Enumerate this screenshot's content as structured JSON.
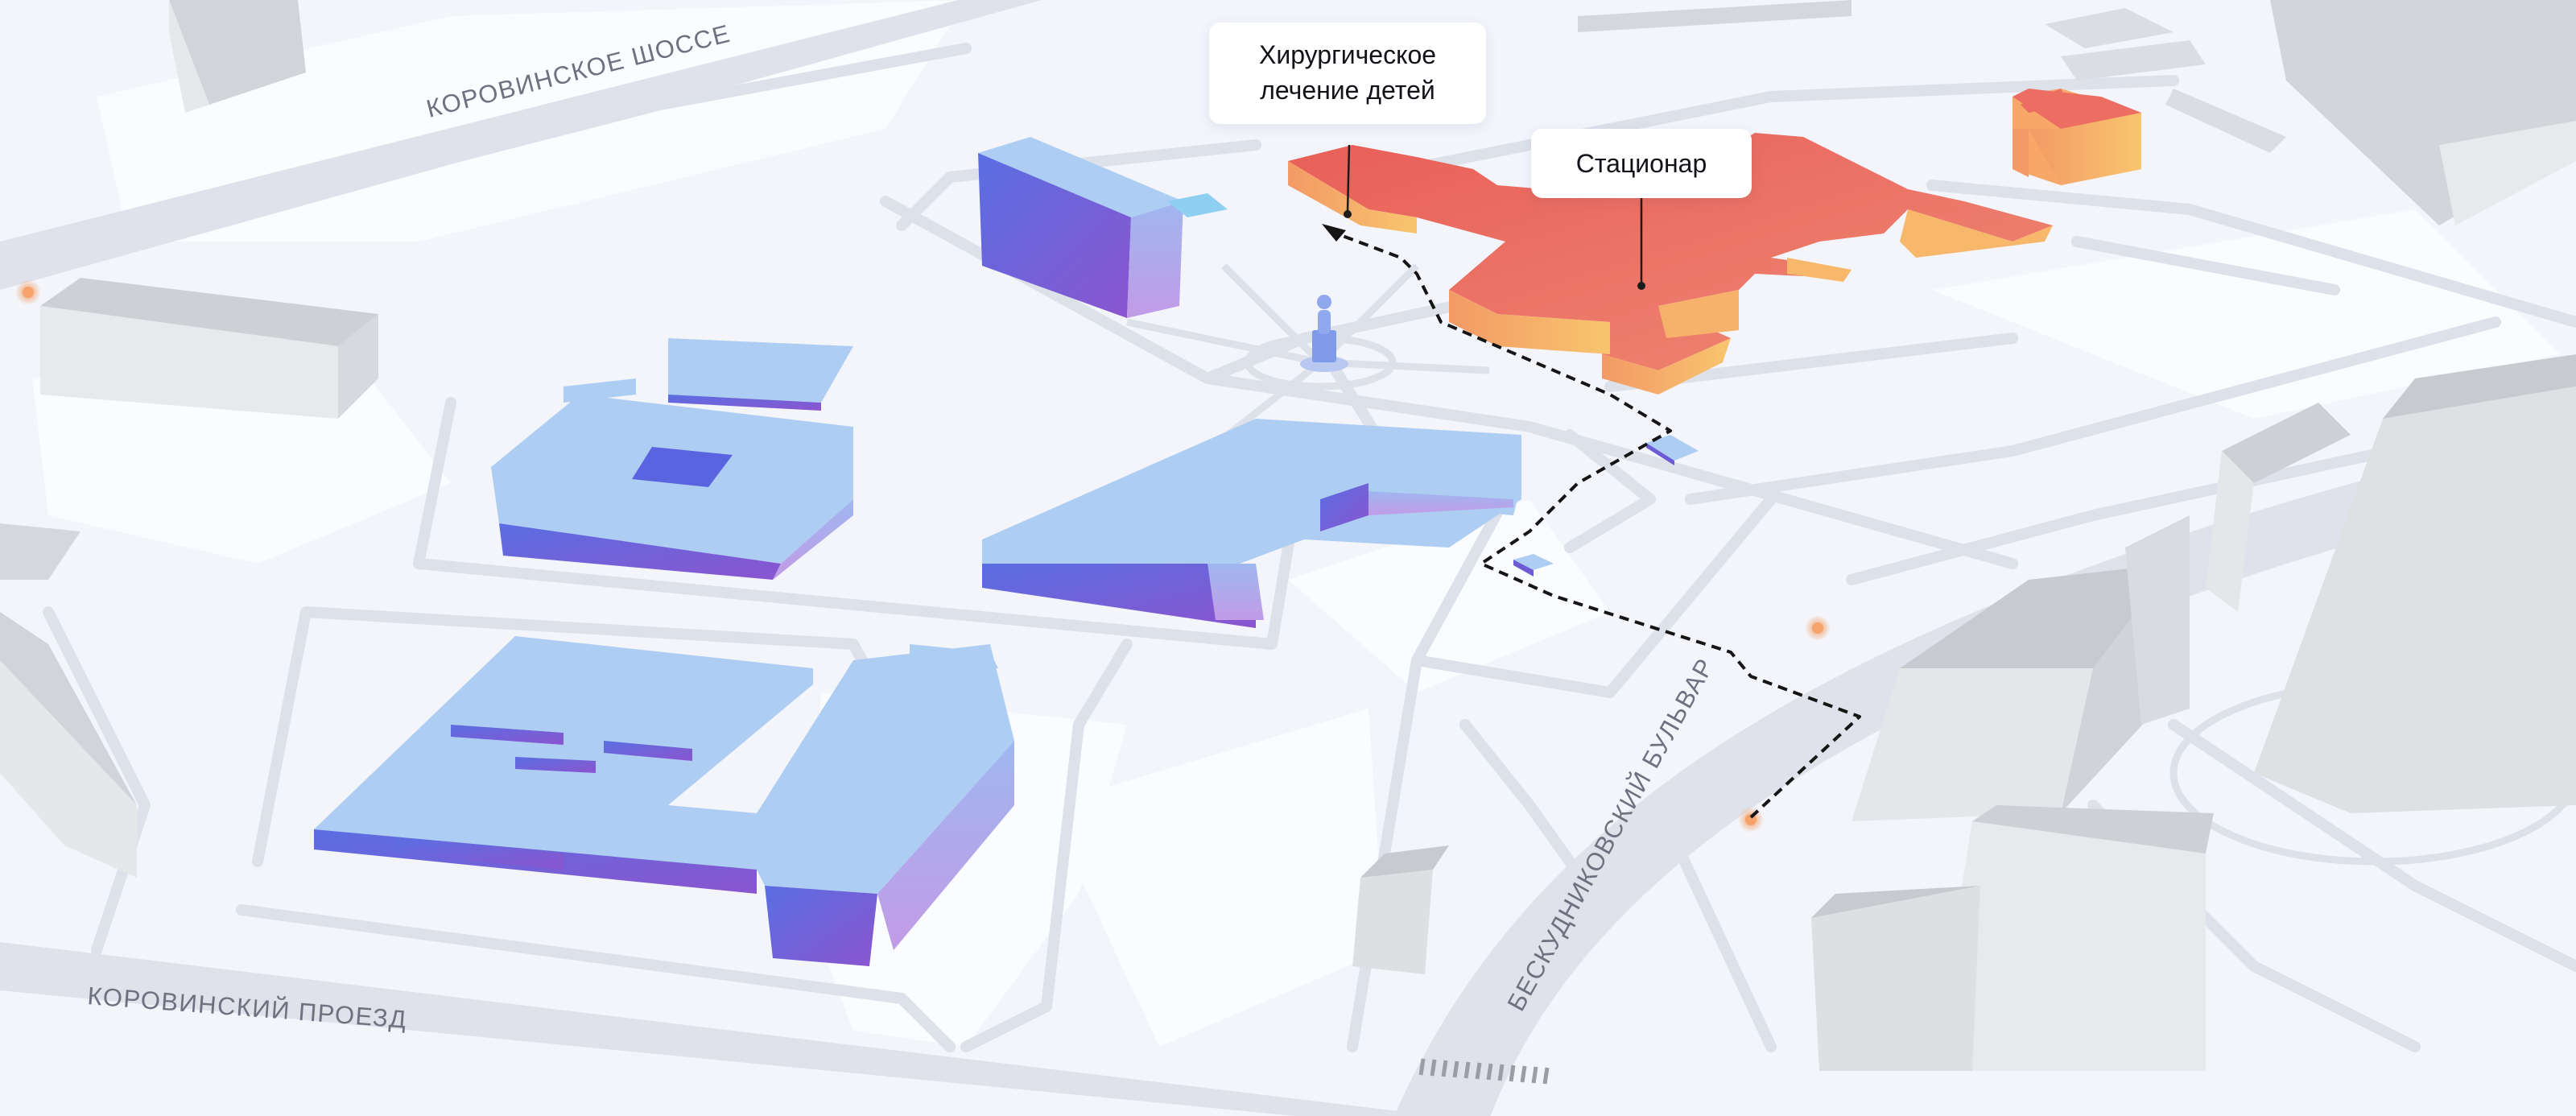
{
  "map": {
    "road_labels": {
      "korovinskoe_shosse": "КОРОВИНСКОЕ ШОССЕ",
      "korovinsky_proezd": "КОРОВИНСКИЙ ПРОЕЗД",
      "beskudnikovsky_bulvar": "БЕСКУДНИКОВСКИЙ БУЛЬВАР"
    },
    "callouts": {
      "surgery": {
        "line1": "Хирургическое",
        "line2": "лечение детей"
      },
      "hospital": {
        "label": "Стационар"
      }
    },
    "colors": {
      "background": "#f3f5fb",
      "road": "#e1e4ec",
      "blue_building_top": "#aecdf3",
      "blue_building_side": "#6d5bd6",
      "highlight_building": "#ec6d62",
      "highlight_side": "#f7a868",
      "grey_building": "#d6d7dc",
      "route": "#151515",
      "entrance_marker": "#f5a36a"
    },
    "icons": [
      "monument-icon",
      "route-arrow-icon",
      "entrance-marker-icon",
      "bus-stop-icon"
    ]
  }
}
